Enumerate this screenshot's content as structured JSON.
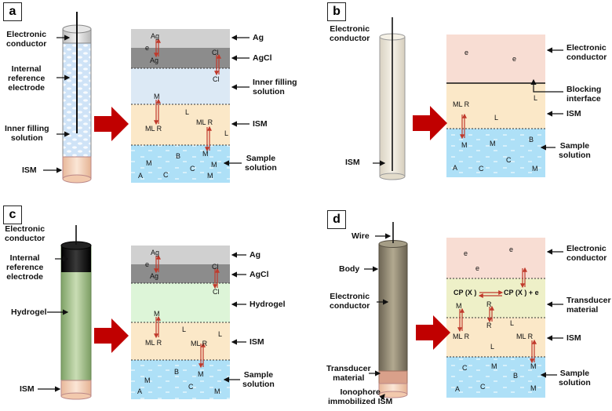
{
  "panels": {
    "a": {
      "letter": "a",
      "electrode_labels": [
        "Electronic\nconductor",
        "Internal\nreference\nelectrode",
        "Inner filling\nsolution",
        "ISM"
      ],
      "layer_labels": [
        "Ag",
        "AgCl",
        "Inner filling\nsolution",
        "ISM",
        "Sample\nsolution"
      ],
      "species": {
        "ag": "Ag",
        "e": "e",
        "agplus": "Ag",
        "cl1": "Cl",
        "cl2": "Cl",
        "m": "M",
        "mlnr1": "ML R",
        "mlnr2": "ML R",
        "l1": "L",
        "l2": "L",
        "mbottom": "M",
        "b": "B",
        "c1": "C",
        "c2": "C",
        "m2": "M",
        "m3": "M",
        "a": "A",
        "m4": "M"
      }
    },
    "b": {
      "letter": "b",
      "electrode_labels": [
        "Electronic\nconductor",
        "ISM"
      ],
      "layer_labels": [
        "Electronic\nconductor",
        "Blocking\ninterface",
        "ISM",
        "Sample\nsolution"
      ],
      "species": {
        "e1": "e",
        "e2": "e",
        "l1": "L",
        "l2": "L",
        "mlnr": "ML R",
        "m1": "M",
        "m2": "M",
        "b": "B",
        "c1": "C",
        "c2": "C",
        "a": "A",
        "m3": "M"
      }
    },
    "c": {
      "letter": "c",
      "electrode_labels": [
        "Electronic\nconductor",
        "Internal\nreference\nelectrode",
        "Hydrogel",
        "ISM"
      ],
      "layer_labels": [
        "Ag",
        "AgCl",
        "Hydrogel",
        "ISM",
        "Sample\nsolution"
      ],
      "species": {
        "ag": "Ag",
        "e": "e",
        "agplus": "Ag",
        "cl1": "Cl",
        "cl2": "Cl",
        "m": "M",
        "mlnr1": "ML R",
        "mlnr2": "ML R",
        "l1": "L",
        "l2": "L",
        "mbottom": "M",
        "b": "B",
        "m2": "M",
        "c": "C",
        "m3": "M",
        "a": "A"
      }
    },
    "d": {
      "letter": "d",
      "electrode_labels": [
        "Wire",
        "Body",
        "Electronic\nconductor",
        "Transducer\nmaterial",
        "Ionophore\nimmobilized ISM"
      ],
      "layer_labels": [
        "Electronic\nconductor",
        "Transducer\nmaterial",
        "ISM",
        "Sample\nsolution"
      ],
      "species": {
        "e1": "e",
        "e2": "e",
        "e3": "e",
        "cp0": "CP (X )",
        "cpplus": "CP (X ) + e",
        "m1": "M",
        "r1": "R",
        "r2": "R",
        "mlnr1": "ML R",
        "mlnr2": "ML R",
        "l1": "L",
        "l2": "L",
        "mbottom": "M",
        "c1": "C",
        "m2": "M",
        "b": "B",
        "c2": "C",
        "a": "A",
        "m3": "M"
      }
    }
  },
  "colors": {
    "arrow": "#c00000",
    "red_arrow_small": "#c0392b"
  }
}
